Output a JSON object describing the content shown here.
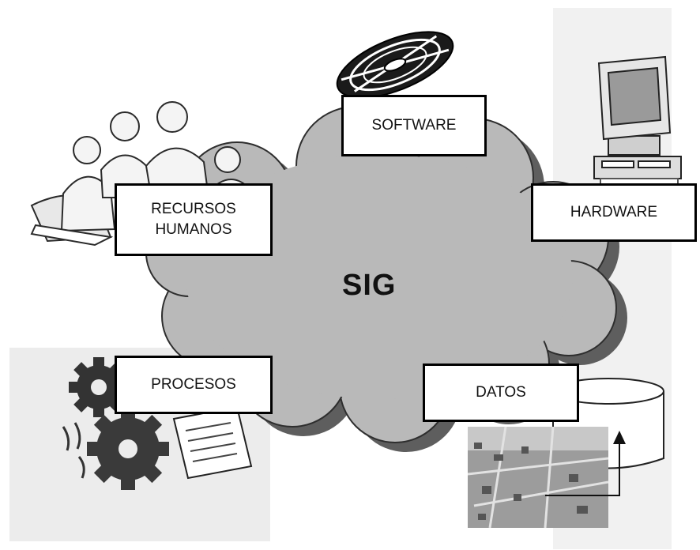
{
  "diagram": {
    "center_label": "SIG",
    "components": {
      "software": "SOFTWARE",
      "hardware": "HARDWARE",
      "recursos_humanos": "RECURSOS\nHUMANOS",
      "procesos": "PROCESOS",
      "datos": "DATOS"
    }
  },
  "icons": {
    "software": "cd-disc-icon",
    "hardware": "desktop-computer-icon",
    "recursos_humanos": "people-group-icon",
    "procesos": "gears-document-icon",
    "datos": "database-cylinder-icon",
    "datos_image": "aerial-city-photo"
  },
  "colors": {
    "cloud": "#b9b9b9",
    "cloud_shadow": "#5e5e5e",
    "box_border": "#000000",
    "background_panel": "#ececec"
  }
}
